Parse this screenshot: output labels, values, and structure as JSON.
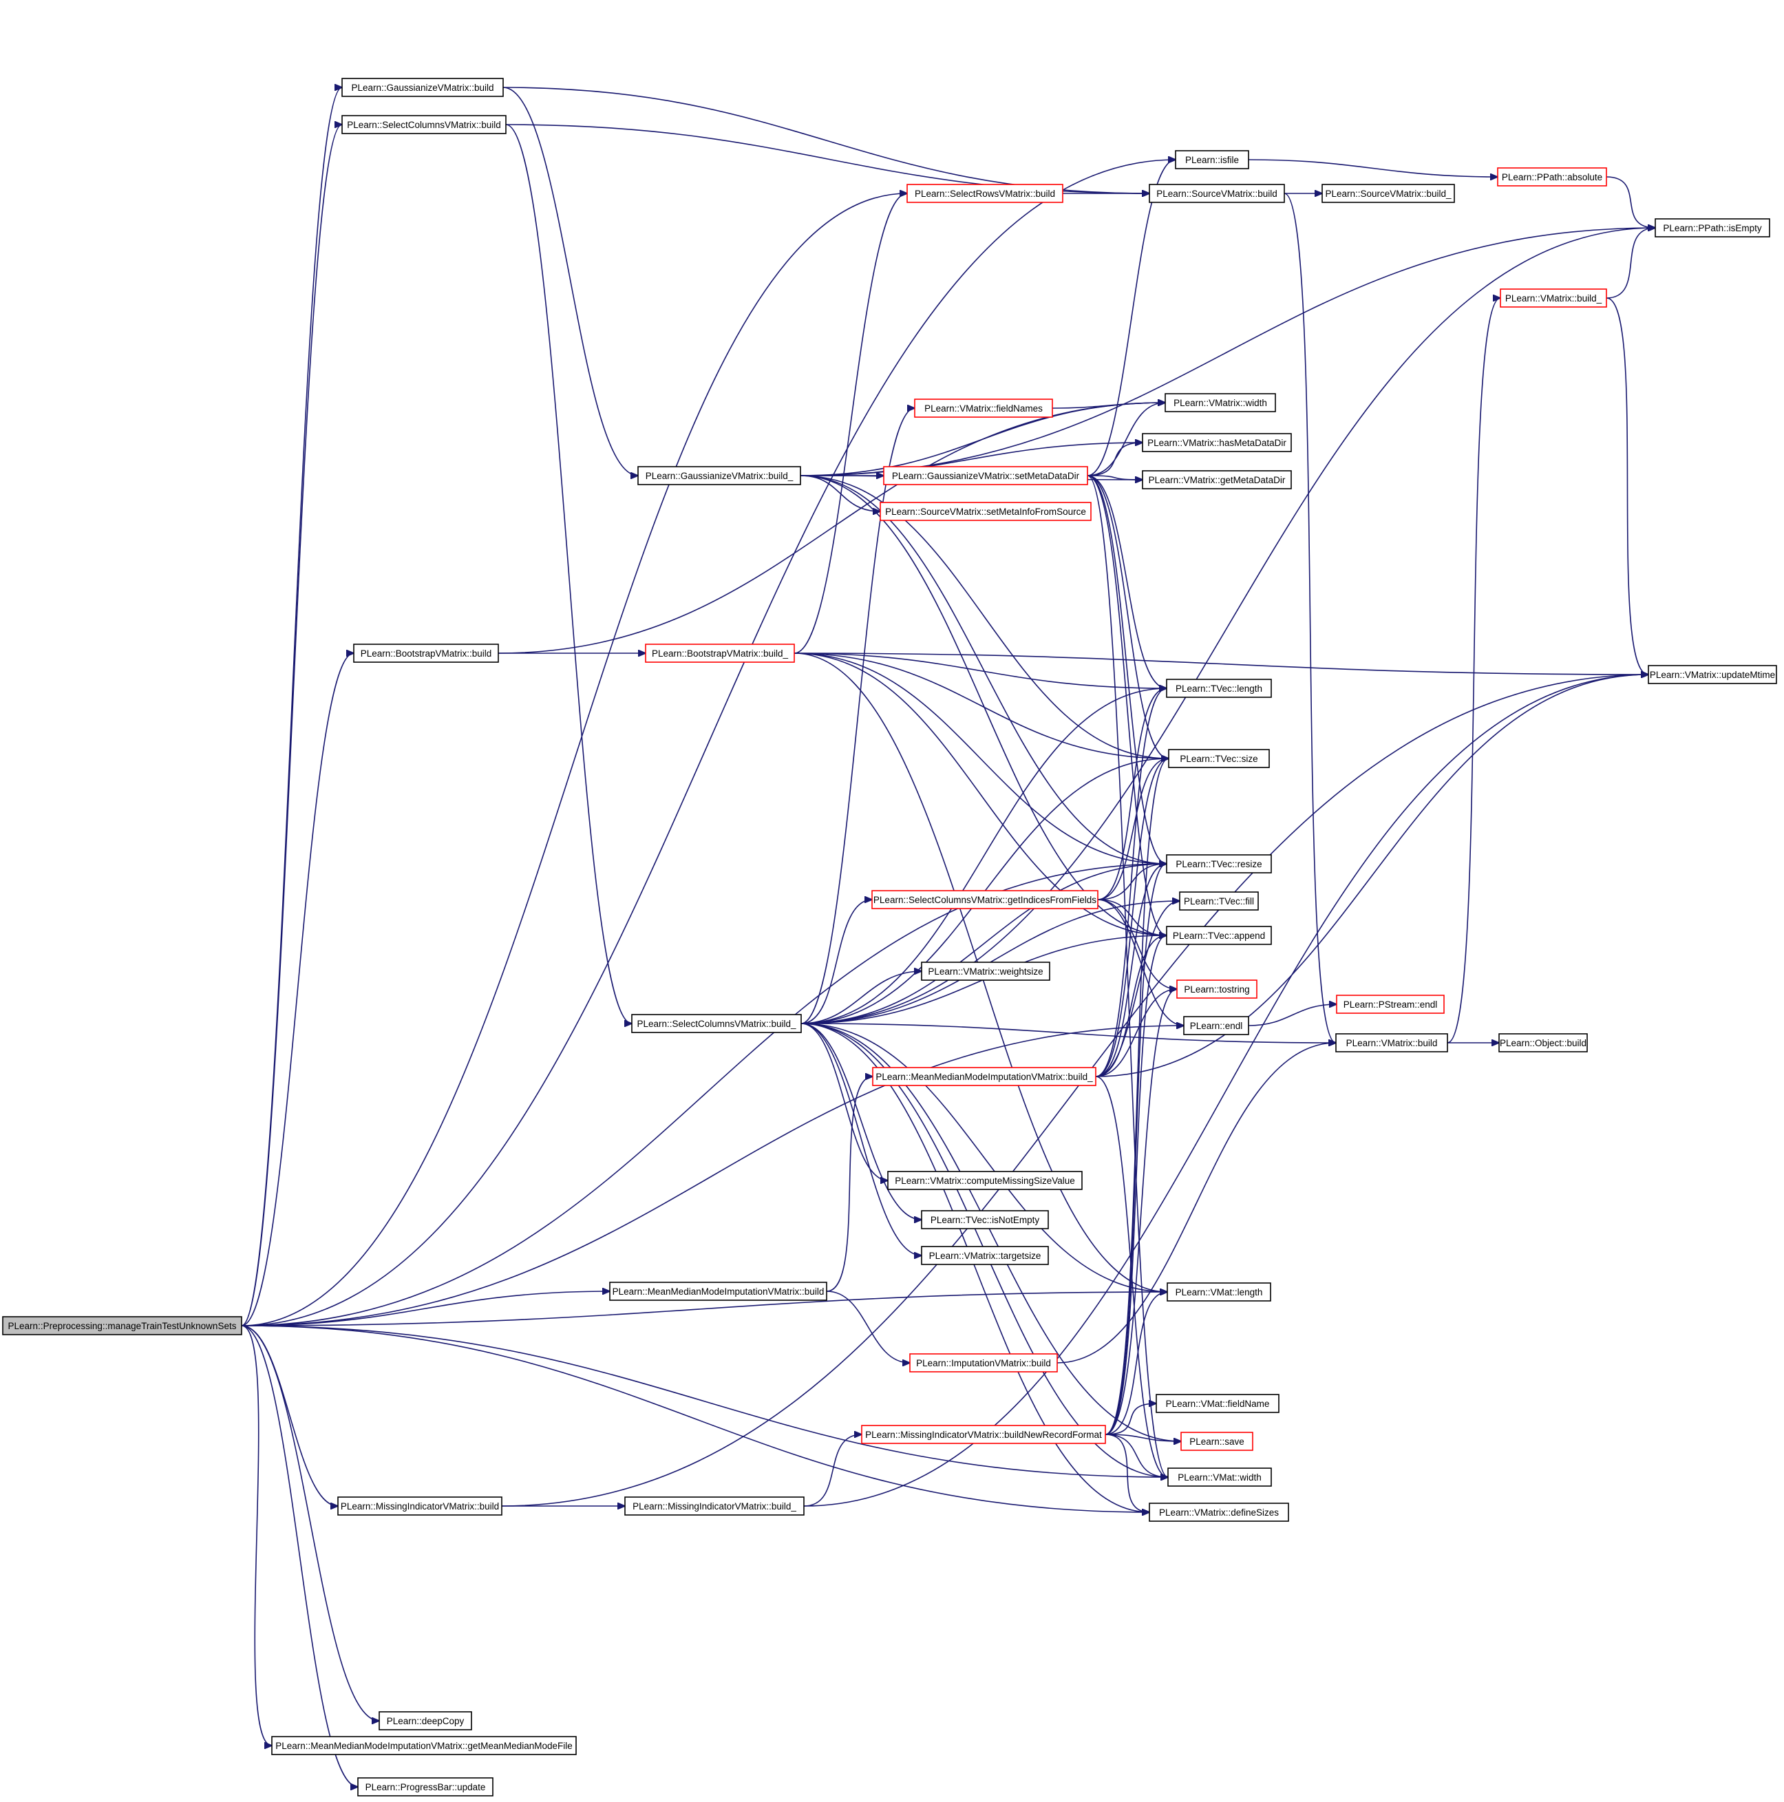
{
  "diagram": {
    "type": "call-graph",
    "colors": {
      "edge": "#191970",
      "node_border": "#000000",
      "truncated_border": "#ff0000",
      "root_fill": "#bfbfbf"
    },
    "nodes": [
      {
        "id": "root",
        "label": "PLearn::Preprocessing::manageTrainTestUnknownSets",
        "style": "root"
      },
      {
        "id": "gv_build",
        "label": "PLearn::GaussianizeVMatrix::build"
      },
      {
        "id": "sc_build",
        "label": "PLearn::SelectColumnsVMatrix::build"
      },
      {
        "id": "bs_build",
        "label": "PLearn::BootstrapVMatrix::build"
      },
      {
        "id": "mm_build",
        "label": "PLearn::MeanMedianModeImputationVMatrix::build"
      },
      {
        "id": "mi_build",
        "label": "PLearn::MissingIndicatorVMatrix::build"
      },
      {
        "id": "deepcopy",
        "label": "PLearn::deepCopy"
      },
      {
        "id": "mm_getfile",
        "label": "PLearn::MeanMedianModeImputationVMatrix::getMeanMedianModeFile"
      },
      {
        "id": "pb_update",
        "label": "PLearn::ProgressBar::update"
      },
      {
        "id": "gv_build_",
        "label": "PLearn::GaussianizeVMatrix::build_"
      },
      {
        "id": "bs_build_",
        "label": "PLearn::BootstrapVMatrix::build_",
        "style": "red"
      },
      {
        "id": "sc_build_",
        "label": "PLearn::SelectColumnsVMatrix::build_"
      },
      {
        "id": "mi_build_",
        "label": "PLearn::MissingIndicatorVMatrix::build_"
      },
      {
        "id": "sr_build",
        "label": "PLearn::SelectRowsVMatrix::build",
        "style": "red"
      },
      {
        "id": "fieldnames",
        "label": "PLearn::VMatrix::fieldNames",
        "style": "red"
      },
      {
        "id": "setmeta",
        "label": "PLearn::GaussianizeVMatrix::setMetaDataDir",
        "style": "red"
      },
      {
        "id": "setmetainfo",
        "label": "PLearn::SourceVMatrix::setMetaInfoFromSource",
        "style": "red"
      },
      {
        "id": "getidx",
        "label": "PLearn::SelectColumnsVMatrix::getIndicesFromFields",
        "style": "red"
      },
      {
        "id": "weightsize",
        "label": "PLearn::VMatrix::weightsize"
      },
      {
        "id": "mm_build_",
        "label": "PLearn::MeanMedianModeImputationVMatrix::build_",
        "style": "red"
      },
      {
        "id": "compmiss",
        "label": "PLearn::VMatrix::computeMissingSizeValue"
      },
      {
        "id": "isnotempty",
        "label": "PLearn::TVec::isNotEmpty"
      },
      {
        "id": "targetsize",
        "label": "PLearn::VMatrix::targetsize"
      },
      {
        "id": "imp_build",
        "label": "PLearn::ImputationVMatrix::build",
        "style": "red"
      },
      {
        "id": "bnrf",
        "label": "PLearn::MissingIndicatorVMatrix::buildNewRecordFormat",
        "style": "red"
      },
      {
        "id": "isfile",
        "label": "PLearn::isfile"
      },
      {
        "id": "src_build",
        "label": "PLearn::SourceVMatrix::build"
      },
      {
        "id": "vm_width",
        "label": "PLearn::VMatrix::width"
      },
      {
        "id": "hasmeta",
        "label": "PLearn::VMatrix::hasMetaDataDir"
      },
      {
        "id": "getmeta",
        "label": "PLearn::VMatrix::getMetaDataDir"
      },
      {
        "id": "tv_length",
        "label": "PLearn::TVec::length"
      },
      {
        "id": "tv_size",
        "label": "PLearn::TVec::size"
      },
      {
        "id": "tv_resize",
        "label": "PLearn::TVec::resize"
      },
      {
        "id": "tv_fill",
        "label": "PLearn::TVec::fill"
      },
      {
        "id": "tv_append",
        "label": "PLearn::TVec::append"
      },
      {
        "id": "tostring",
        "label": "PLearn::tostring",
        "style": "red"
      },
      {
        "id": "endl",
        "label": "PLearn::endl"
      },
      {
        "id": "vmat_length",
        "label": "PLearn::VMat::length"
      },
      {
        "id": "vmat_fieldname",
        "label": "PLearn::VMat::fieldName"
      },
      {
        "id": "save",
        "label": "PLearn::save",
        "style": "red"
      },
      {
        "id": "vmat_width",
        "label": "PLearn::VMat::width"
      },
      {
        "id": "definesizes",
        "label": "PLearn::VMatrix::defineSizes"
      },
      {
        "id": "src_build_",
        "label": "PLearn::SourceVMatrix::build_"
      },
      {
        "id": "pstream_endl",
        "label": "PLearn::PStream::endl",
        "style": "red"
      },
      {
        "id": "vm_build",
        "label": "PLearn::VMatrix::build"
      },
      {
        "id": "obj_build",
        "label": "PLearn::Object::build"
      },
      {
        "id": "ppath_abs",
        "label": "PLearn::PPath::absolute",
        "style": "red"
      },
      {
        "id": "ppath_isempty",
        "label": "PLearn::PPath::isEmpty"
      },
      {
        "id": "vm_build_",
        "label": "PLearn::VMatrix::build_",
        "style": "red"
      },
      {
        "id": "updatemtime",
        "label": "PLearn::VMatrix::updateMtime"
      }
    ],
    "edges": [
      [
        "root",
        "gv_build"
      ],
      [
        "root",
        "sc_build"
      ],
      [
        "root",
        "bs_build"
      ],
      [
        "root",
        "mm_build"
      ],
      [
        "root",
        "mi_build"
      ],
      [
        "root",
        "deepcopy"
      ],
      [
        "root",
        "mm_getfile"
      ],
      [
        "root",
        "pb_update"
      ],
      [
        "root",
        "isfile"
      ],
      [
        "root",
        "sr_build"
      ],
      [
        "root",
        "tv_resize"
      ],
      [
        "root",
        "endl"
      ],
      [
        "root",
        "vmat_length"
      ],
      [
        "root",
        "vmat_width"
      ],
      [
        "root",
        "definesizes"
      ],
      [
        "gv_build",
        "gv_build_"
      ],
      [
        "gv_build",
        "src_build"
      ],
      [
        "sc_build",
        "sc_build_"
      ],
      [
        "sc_build",
        "src_build"
      ],
      [
        "bs_build",
        "bs_build_"
      ],
      [
        "bs_build",
        "vm_width"
      ],
      [
        "mm_build",
        "mm_build_"
      ],
      [
        "mm_build",
        "imp_build"
      ],
      [
        "mi_build",
        "mi_build_"
      ],
      [
        "mi_build",
        "updatemtime"
      ],
      [
        "mi_build_",
        "bnrf"
      ],
      [
        "mi_build_",
        "updatemtime"
      ],
      [
        "gv_build_",
        "setmeta"
      ],
      [
        "gv_build_",
        "setmetainfo"
      ],
      [
        "gv_build_",
        "vm_width"
      ],
      [
        "gv_build_",
        "hasmeta"
      ],
      [
        "gv_build_",
        "getmeta"
      ],
      [
        "gv_build_",
        "tv_size"
      ],
      [
        "gv_build_",
        "tv_resize"
      ],
      [
        "gv_build_",
        "tv_append"
      ],
      [
        "gv_build_",
        "ppath_isempty"
      ],
      [
        "bs_build_",
        "tv_length"
      ],
      [
        "bs_build_",
        "tv_size"
      ],
      [
        "bs_build_",
        "tv_resize"
      ],
      [
        "bs_build_",
        "tv_append"
      ],
      [
        "bs_build_",
        "vmat_length"
      ],
      [
        "bs_build_",
        "updatemtime"
      ],
      [
        "bs_build_",
        "sr_build"
      ],
      [
        "sc_build_",
        "getidx"
      ],
      [
        "sc_build_",
        "weightsize"
      ],
      [
        "sc_build_",
        "compmiss"
      ],
      [
        "sc_build_",
        "isnotempty"
      ],
      [
        "sc_build_",
        "targetsize"
      ],
      [
        "sc_build_",
        "tv_length"
      ],
      [
        "sc_build_",
        "tv_size"
      ],
      [
        "sc_build_",
        "tv_resize"
      ],
      [
        "sc_build_",
        "tv_append"
      ],
      [
        "sc_build_",
        "tv_fill"
      ],
      [
        "sc_build_",
        "vmat_length"
      ],
      [
        "sc_build_",
        "vmat_width"
      ],
      [
        "sc_build_",
        "save"
      ],
      [
        "sc_build_",
        "definesizes"
      ],
      [
        "sc_build_",
        "fieldnames"
      ],
      [
        "sc_build_",
        "vm_build"
      ],
      [
        "sc_build_",
        "ppath_isempty"
      ],
      [
        "setmeta",
        "vm_width"
      ],
      [
        "setmeta",
        "hasmeta"
      ],
      [
        "setmeta",
        "getmeta"
      ],
      [
        "setmeta",
        "tv_length"
      ],
      [
        "setmeta",
        "tv_size"
      ],
      [
        "setmeta",
        "tv_resize"
      ],
      [
        "setmeta",
        "tv_append"
      ],
      [
        "setmeta",
        "isfile"
      ],
      [
        "setmeta",
        "vmat_width"
      ],
      [
        "fieldnames",
        "vm_width"
      ],
      [
        "getidx",
        "tv_length"
      ],
      [
        "getidx",
        "tv_size"
      ],
      [
        "getidx",
        "tv_resize"
      ],
      [
        "getidx",
        "tv_append"
      ],
      [
        "getidx",
        "tostring"
      ],
      [
        "getidx",
        "endl"
      ],
      [
        "mm_build_",
        "tv_length"
      ],
      [
        "mm_build_",
        "tv_size"
      ],
      [
        "mm_build_",
        "tv_resize"
      ],
      [
        "mm_build_",
        "tv_fill"
      ],
      [
        "mm_build_",
        "tv_append"
      ],
      [
        "mm_build_",
        "tostring"
      ],
      [
        "mm_build_",
        "vmat_width"
      ],
      [
        "mm_build_",
        "updatemtime"
      ],
      [
        "imp_build",
        "vm_build"
      ],
      [
        "bnrf",
        "vmat_fieldname"
      ],
      [
        "bnrf",
        "save"
      ],
      [
        "bnrf",
        "vmat_width"
      ],
      [
        "bnrf",
        "definesizes"
      ],
      [
        "bnrf",
        "tv_size"
      ],
      [
        "bnrf",
        "tv_resize"
      ],
      [
        "bnrf",
        "tv_append"
      ],
      [
        "bnrf",
        "tostring"
      ],
      [
        "bnrf",
        "vmat_length"
      ],
      [
        "sr_build",
        "src_build"
      ],
      [
        "src_build",
        "src_build_"
      ],
      [
        "src_build",
        "vm_build"
      ],
      [
        "isfile",
        "ppath_abs"
      ],
      [
        "ppath_abs",
        "ppath_isempty"
      ],
      [
        "endl",
        "pstream_endl"
      ],
      [
        "vm_build",
        "obj_build"
      ],
      [
        "vm_build",
        "vm_build_"
      ],
      [
        "vm_build_",
        "ppath_isempty"
      ],
      [
        "vm_build_",
        "updatemtime"
      ]
    ]
  }
}
